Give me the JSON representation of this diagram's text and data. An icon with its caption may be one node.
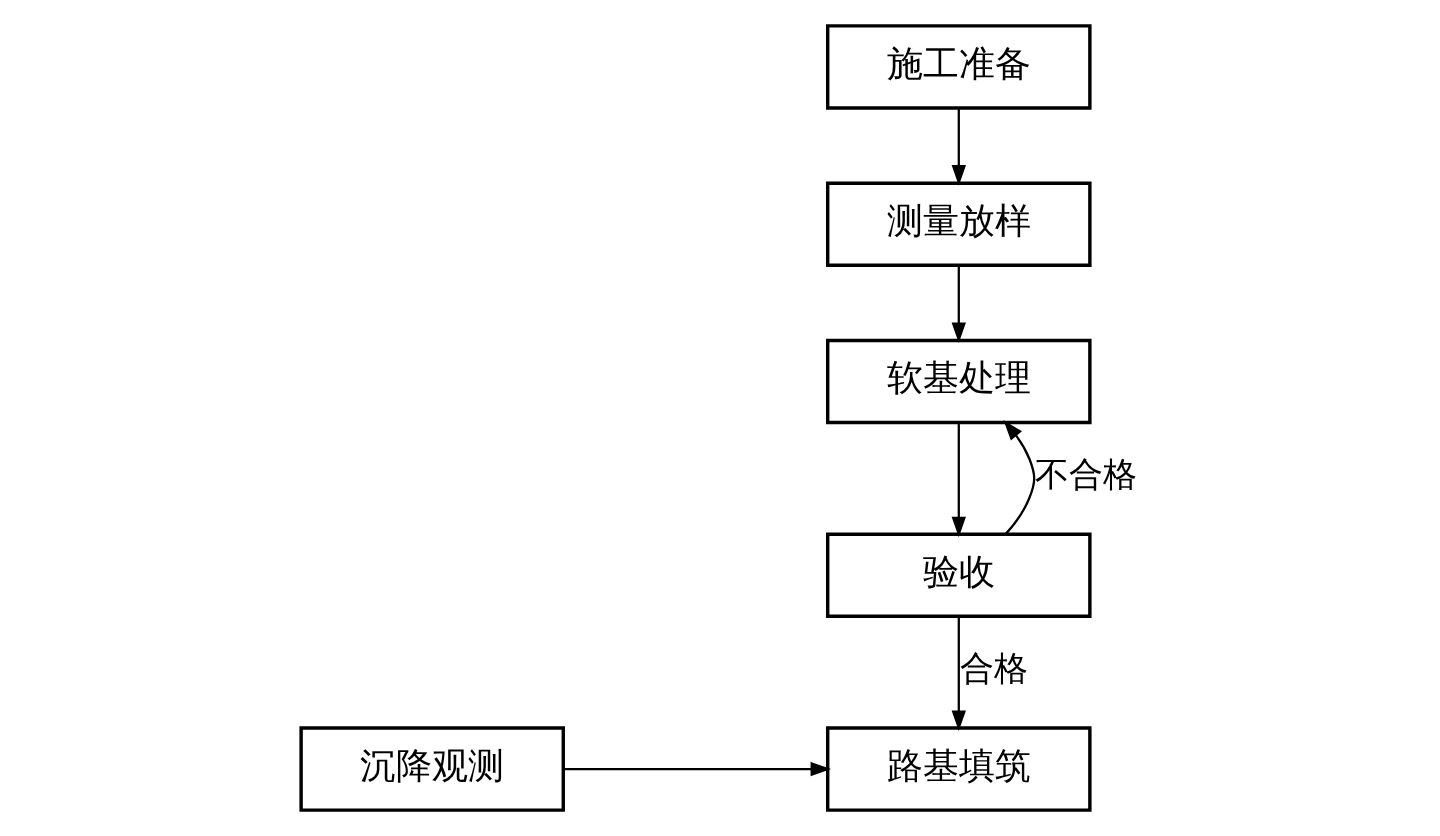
{
  "diagram": {
    "nodes": [
      {
        "text": [
          "施工准备"
        ]
      },
      {
        "text": [
          "测量放样"
        ]
      },
      {
        "text": [
          "软基处理"
        ]
      },
      {
        "text": [
          "验收"
        ]
      },
      {
        "text": [
          "路基填筑"
        ]
      },
      {
        "text": [
          "沉降观测"
        ]
      }
    ],
    "edges": [
      {
        "from": 0,
        "to": 1,
        "arrow": "to"
      },
      {
        "from": 1,
        "to": 2,
        "arrow": "to"
      },
      {
        "from": 2,
        "to": 3,
        "arrow": "to"
      },
      {
        "from": 3,
        "to": 2,
        "arrow": "to",
        "label": "不合格"
      },
      {
        "from": 3,
        "to": 4,
        "arrow": "to",
        "label": "合格"
      },
      {
        "from": 5,
        "to": 4,
        "arrow": "to"
      }
    ]
  }
}
